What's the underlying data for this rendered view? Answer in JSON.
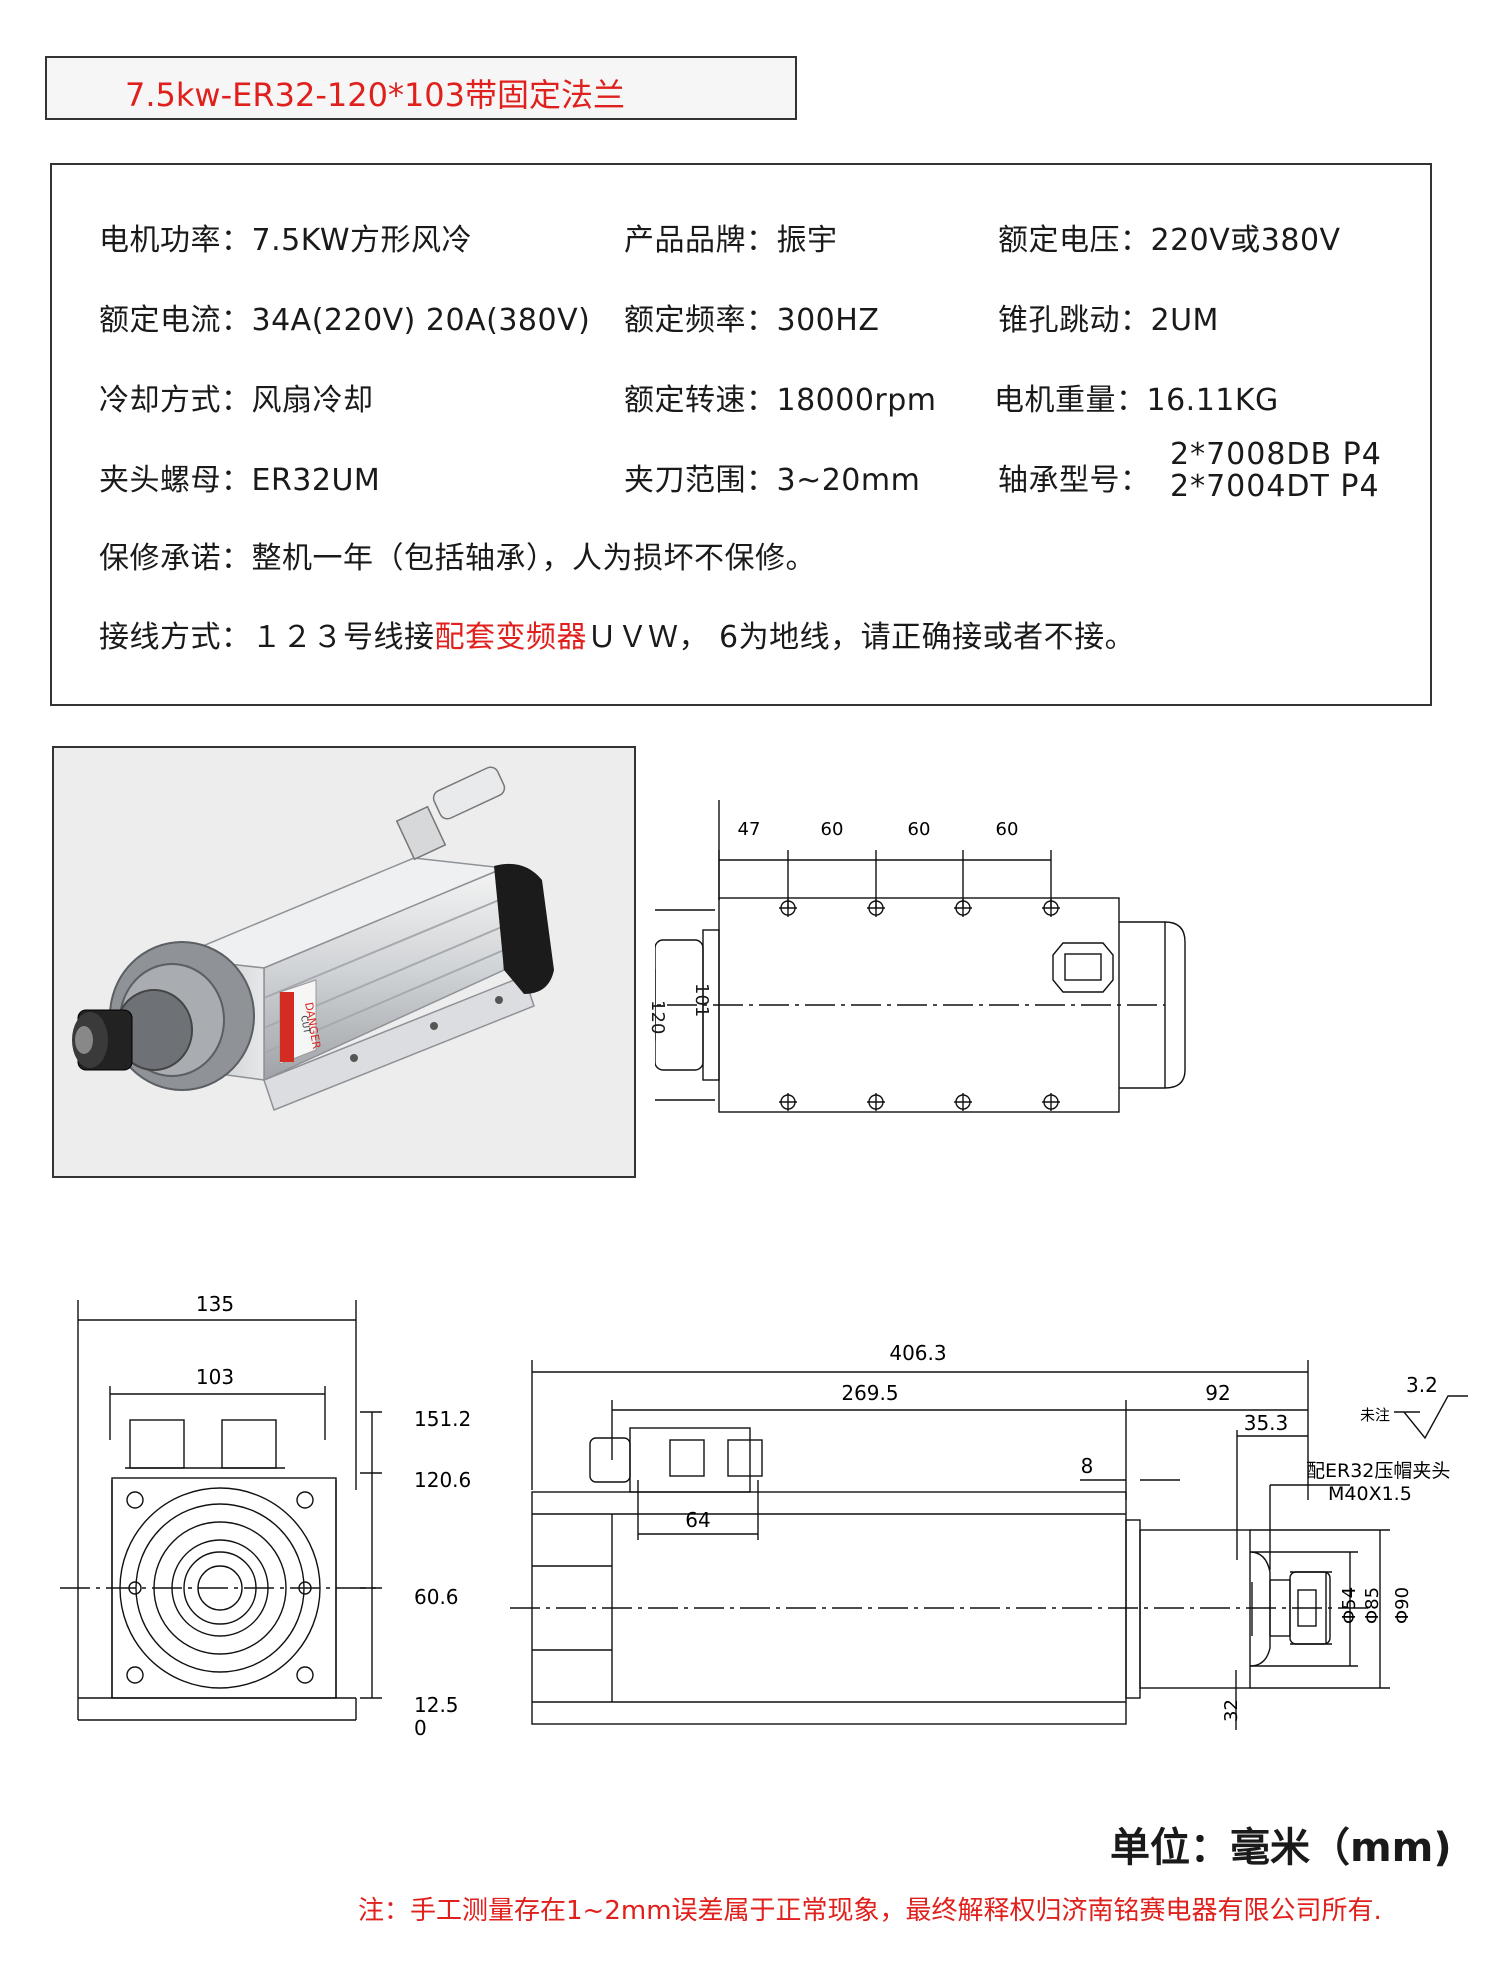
{
  "title": "7.5kw-ER32-120*103带固定法兰",
  "specs": {
    "power": "电机功率：7.5KW方形风冷",
    "brand": "产品品牌：振宇",
    "voltage": "额定电压：220V或380V",
    "current": "额定电流：34A(220V) 20A(380V)",
    "frequency": "额定频率：300HZ",
    "runout": "锥孔跳动：2UM",
    "cooling": "冷却方式：风扇冷却",
    "speed": "额定转速：18000rpm",
    "weight": "电机重量：16.11KG",
    "nut": "夹头螺母：ER32UM",
    "clamp_range": "夹刀范围：3~20mm",
    "bearing_label": "轴承型号：",
    "bearing_1": "2*7008DB P4",
    "bearing_2": "2*7004DT P4",
    "warranty": "保修承诺：整机一年（包括轴承），人为损坏不保修。",
    "wiring_pre": "接线方式：１２３号线接",
    "wiring_red": "配套变频器",
    "wiring_post": "ＵＶＷ， 6为地线，请正确接或者不接。"
  },
  "photo_labels": {
    "danger": "DANGER",
    "cut": "CUT"
  },
  "top_view": {
    "spacings": [
      "47",
      "60",
      "60",
      "60"
    ],
    "height_outer": "120",
    "height_inner": "101"
  },
  "end_view": {
    "width_outer": "135",
    "width_inner": "103",
    "heights": [
      "151.2",
      "120.6",
      "60.6",
      "12.5",
      "0"
    ]
  },
  "side_view": {
    "total_length": "406.3",
    "length_a": "269.5",
    "length_b": "92",
    "length_c": "35.3",
    "gap": "8",
    "connector": "64",
    "dia_54": "Φ54",
    "dia_85": "Φ85",
    "dia_90": "Φ90",
    "bottom": "32",
    "collet_note": "配ER32压帽夹头",
    "thread": "M40X1.5",
    "surface_value": "3.2",
    "surface_note": "未注"
  },
  "unit": "单位：毫米（mm)",
  "note": "注：手工测量存在1~2mm误差属于正常现象，最终解释权归济南铭赛电器有限公司所有."
}
